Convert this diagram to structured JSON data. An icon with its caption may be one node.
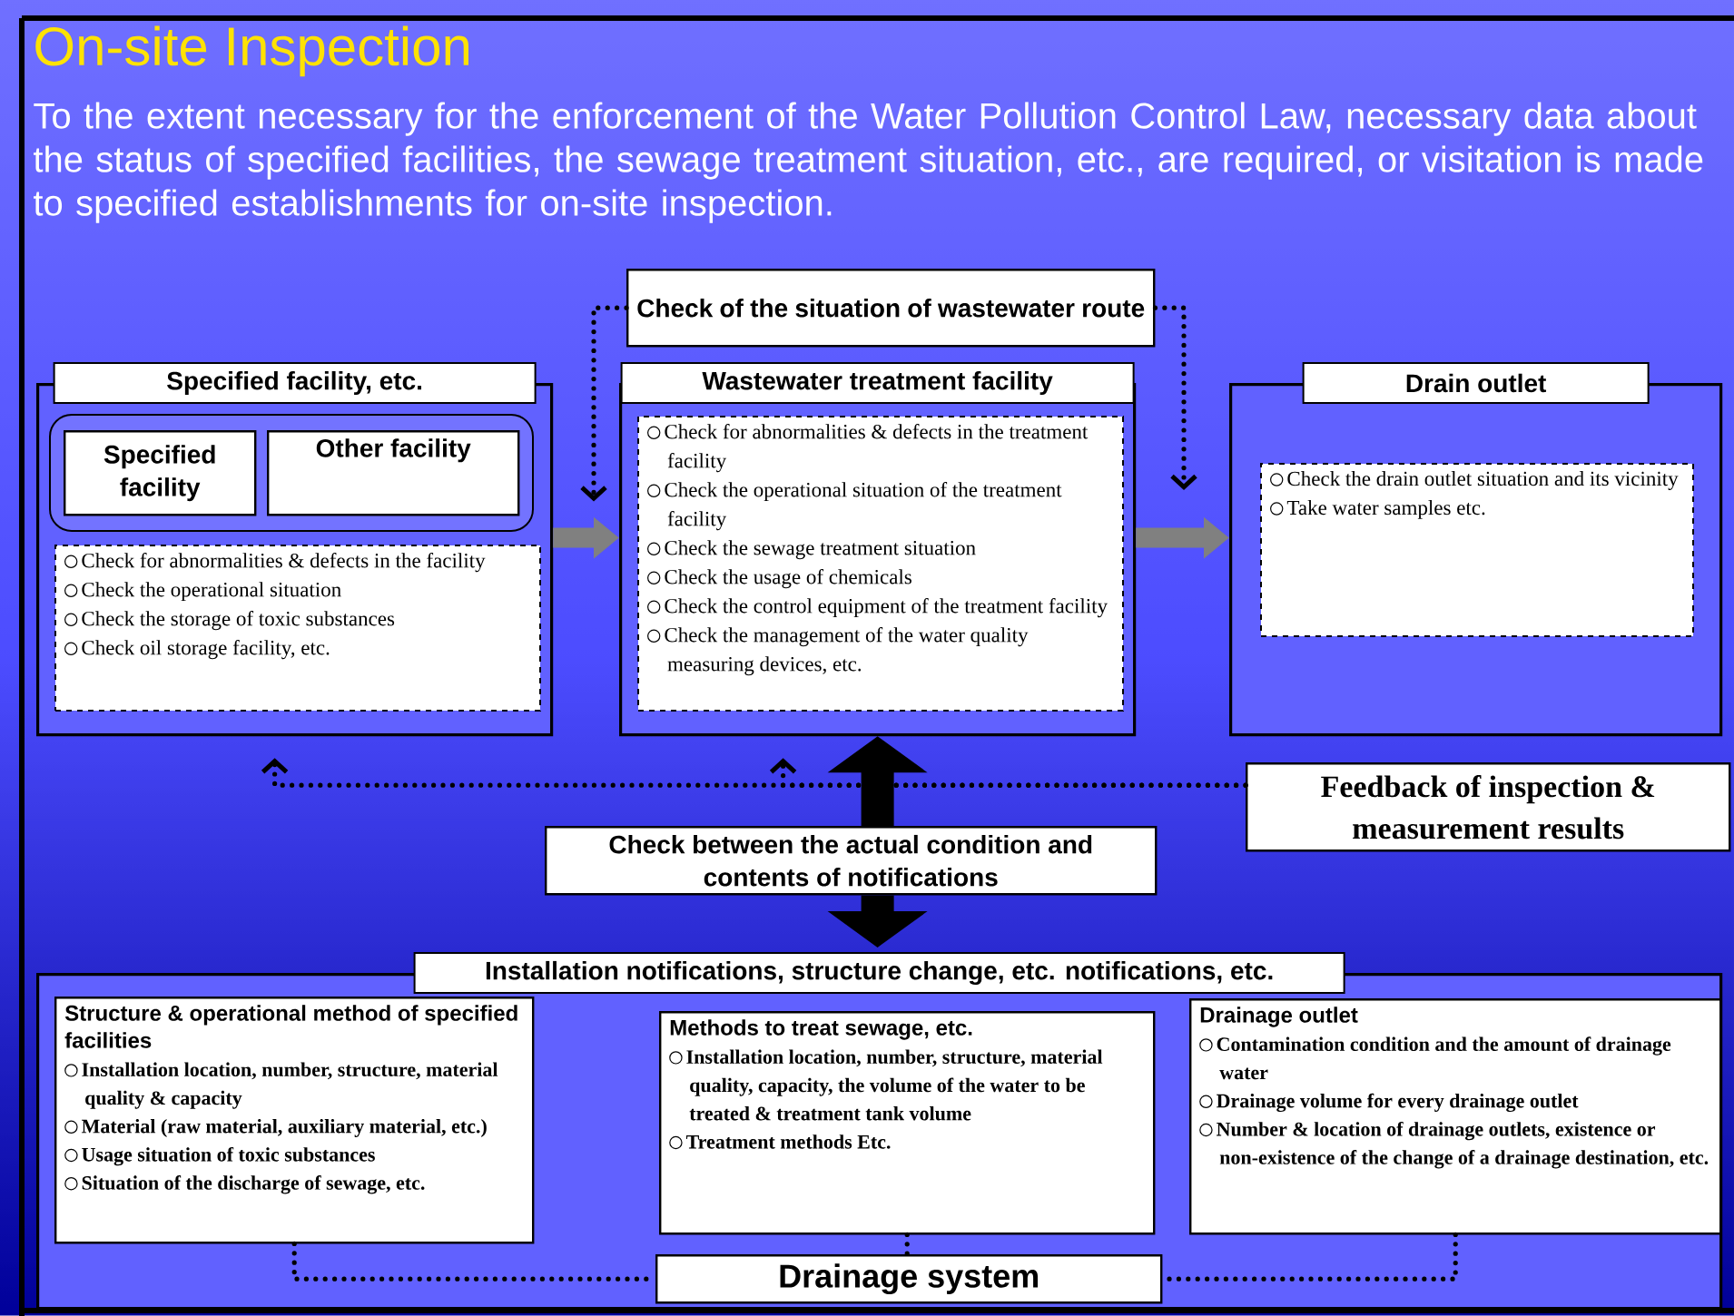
{
  "diagram": {
    "title": "On-site Inspection",
    "nodes": [
      {
        "text": [
          "Specified facility, etc."
        ]
      },
      {
        "text": [],
        "shape": "box",
        "in": 0
      },
      {
        "text": [
          "Specified facility"
        ],
        "in": 1
      },
      {
        "text": [
          "Other facility"
        ],
        "in": 1
      },
      {
        "text": [
          "Check for abnormalities & defects in the facility",
          "Check the operational situation",
          "Check the storage of toxic substances",
          "Check oil storage facility, etc."
        ],
        "in": 0
      },
      {
        "text": [
          "Wastewater treatment facility"
        ]
      },
      {
        "text": [
          "Check for abnormalities & defects in the treatment facility",
          "Check the operational situation of the treatment facility",
          "Check the sewage treatment situation",
          "Check the usage of chemicals",
          "Check the control equipment of the treatment facility",
          "Check the management of the water quality measuring devices, etc."
        ],
        "in": 5
      },
      {
        "text": [
          "Drain outlet"
        ]
      },
      {
        "text": [
          "Check the drain outlet situation and its vicinity",
          "Take water samples etc."
        ],
        "in": 7
      },
      {
        "text": [
          "Check of the situation of wastewater route"
        ]
      },
      {
        "text": [
          "Feedback of inspection & measurement results"
        ]
      },
      {
        "text": [
          "Check between the actual condition and contents of notifications"
        ]
      },
      {
        "text": [
          "Installation notifications, structure change, etc. notifications, etc."
        ]
      },
      {
        "text": [
          "Structure & operational method of specified facilities",
          "Installation location, number, structure, material quality & capacity",
          "Material (raw material, auxiliary material, etc.)",
          "Usage situation of toxic substances",
          "Situation of the discharge of sewage, etc."
        ],
        "in": 12
      },
      {
        "text": [
          "Methods to treat sewage, etc.",
          "Installation location, number, structure, material quality, capacity, the volume of the water to be treated & treatment tank volume",
          "Treatment methods Etc."
        ],
        "in": 12
      },
      {
        "text": [
          "Drainage outlet",
          "Contamination condition and the amount of drainage water",
          "Drainage volume for every drainage outlet",
          "Number & location of drainage outlets, existence or non-existence of the change of a drainage destination, etc."
        ],
        "in": 12
      },
      {
        "text": [
          "Drainage system"
        ],
        "in": 12
      }
    ],
    "edges": [
      {
        "from": 0,
        "to": 5,
        "arrow": "to",
        "style": "thick",
        "color": "#808080"
      },
      {
        "from": 5,
        "to": 7,
        "arrow": "to",
        "style": "thick",
        "color": "#808080"
      },
      {
        "from": 9,
        "to": 5,
        "arrow": "to",
        "style": "dashed"
      },
      {
        "from": 9,
        "to": null,
        "arrow": "to",
        "style": "dashed"
      },
      {
        "from": 10,
        "to": 0,
        "arrow": "to",
        "style": "dashed"
      },
      {
        "from": 10,
        "to": 5,
        "arrow": "to",
        "style": "dashed"
      },
      {
        "from": 11,
        "to": 5,
        "arrow": "to",
        "style": "thick"
      },
      {
        "from": 11,
        "to": 12,
        "arrow": "to",
        "style": "thick"
      },
      {
        "from": 13,
        "to": 16,
        "arrow": "none",
        "style": "dashed"
      },
      {
        "from": 14,
        "to": 16,
        "arrow": "none",
        "style": "dashed"
      },
      {
        "from": 15,
        "to": 16,
        "arrow": "none",
        "style": "dashed"
      }
    ],
    "labels": [
      "To the extent necessary for the enforcement of the Water Pollution Control Law, necessary data about the status of specified facilities, the sewage treatment situation, etc., are required, or visitation is made to specified establishments for on-site inspection."
    ]
  }
}
